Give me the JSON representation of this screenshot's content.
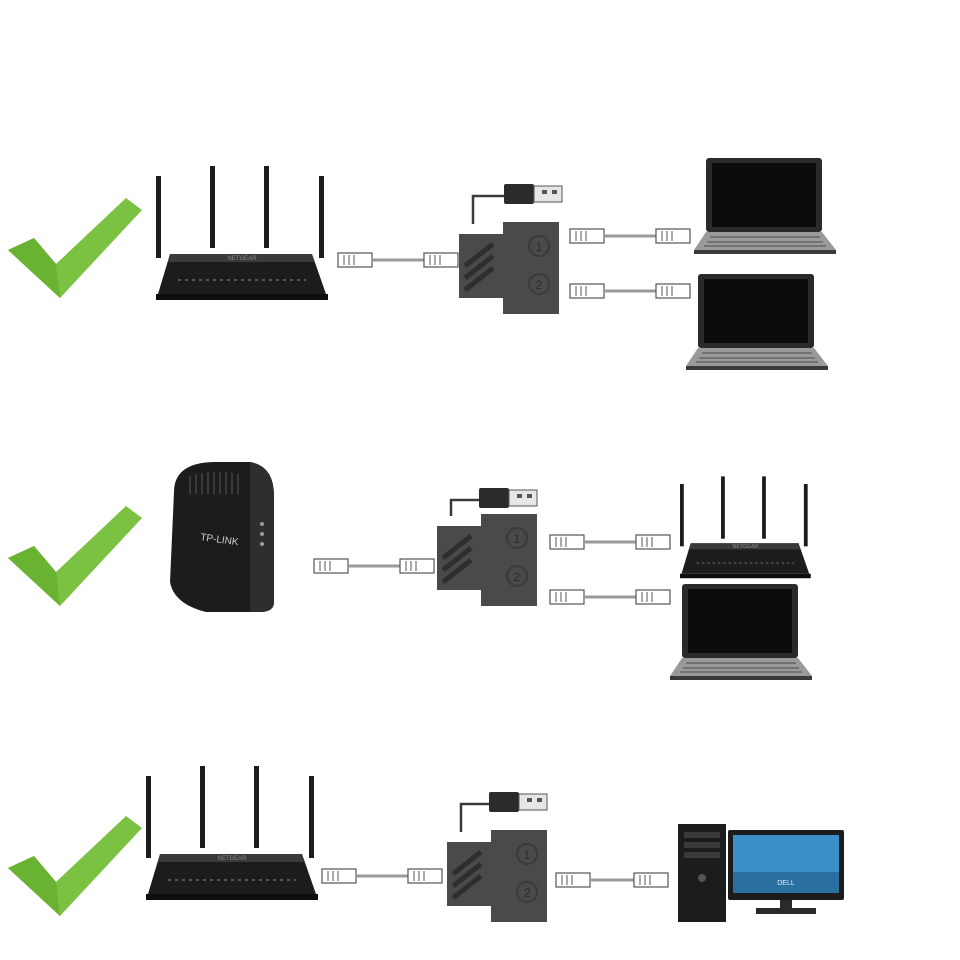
{
  "colors": {
    "check": "#7cc242",
    "check_dark": "#5a9a2a",
    "device_dark": "#1c1c1e",
    "device_mid": "#2e2e31",
    "splitter": "#4a4a4d",
    "cable": "#9a9a9a",
    "screen_blue": "#3a8fc8"
  },
  "brand_labels": {
    "router": "NETGEAR",
    "modem": "TP-LINK",
    "monitor": "DELL"
  },
  "port_labels": {
    "port1": "1",
    "port2": "2"
  },
  "scenarios": [
    {
      "name": "router-to-two-laptops",
      "source": "router",
      "targets": [
        "laptop",
        "laptop"
      ]
    },
    {
      "name": "modem-to-router-and-laptop",
      "source": "modem",
      "targets": [
        "router",
        "laptop"
      ]
    },
    {
      "name": "router-to-desktop",
      "source": "router",
      "targets": [
        "desktop-pc"
      ]
    }
  ]
}
